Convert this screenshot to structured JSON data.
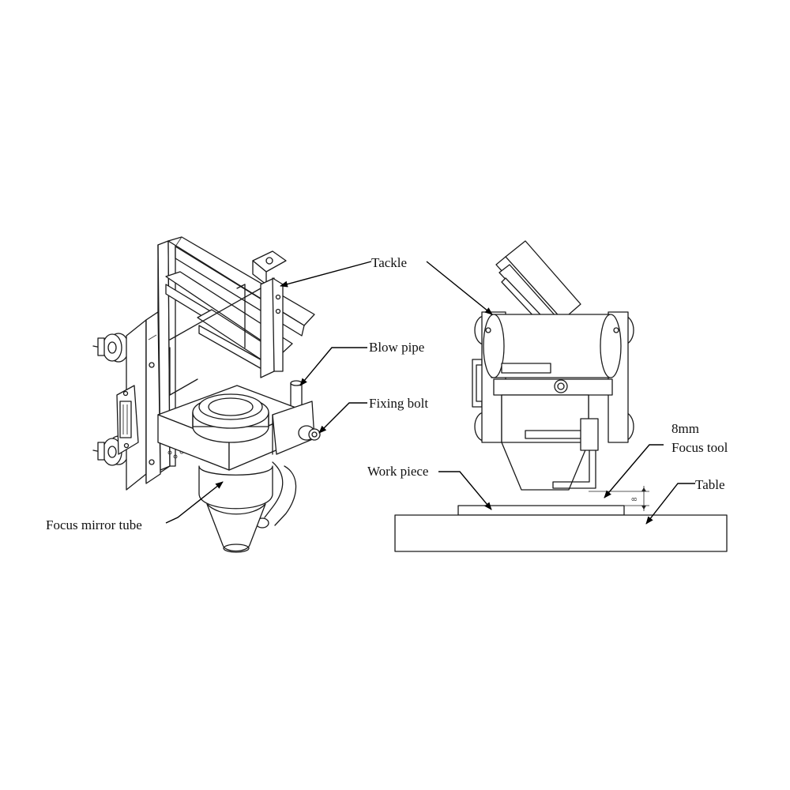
{
  "labels": {
    "tackle": "Tackle",
    "blow_pipe": "Blow pipe",
    "fixing_bolt": "Fixing bolt",
    "focus_mirror_tube": "Focus mirror tube",
    "work_piece": "Work piece",
    "focus_tool_line1": "8mm",
    "focus_tool_line2": "Focus tool",
    "table": "Table",
    "gap_dimension": "8"
  },
  "colors": {
    "line": "#1a1a1a",
    "background": "#ffffff"
  }
}
